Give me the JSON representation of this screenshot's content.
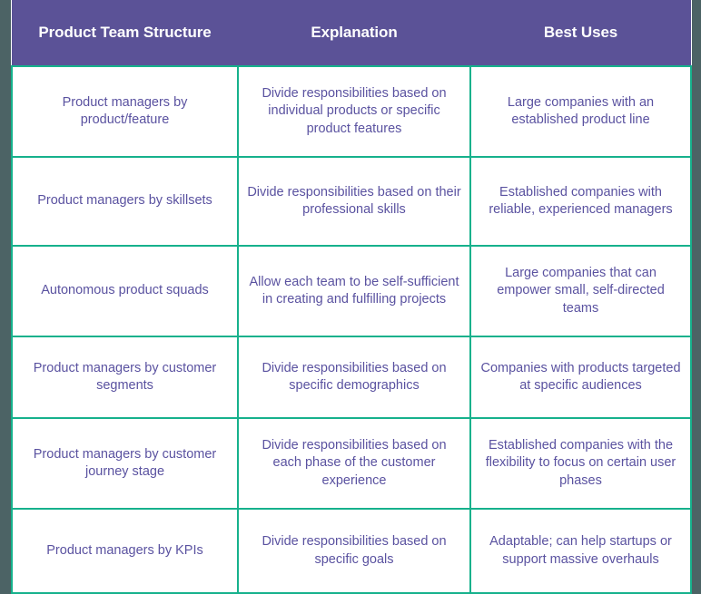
{
  "theme": {
    "page_background": "#4c6365",
    "header_background": "#5b5297",
    "header_text_color": "#ffffff",
    "border_color": "#16b18c",
    "body_text_color": "#5a52a0",
    "cell_background": "#ffffff"
  },
  "table": {
    "headers": [
      "Product Team Structure",
      "Explanation",
      "Best Uses"
    ],
    "rows": [
      {
        "structure": "Product managers by product/feature",
        "explanation": "Divide responsibilities based on individual products or specific product features",
        "best_uses": "Large companies with an established product line"
      },
      {
        "structure": "Product managers by skillsets",
        "explanation": "Divide responsibilities based on their professional skills",
        "best_uses": "Established companies with reliable, experienced managers"
      },
      {
        "structure": "Autonomous product squads",
        "explanation": "Allow each team to be self-sufficient in creating and fulfilling projects",
        "best_uses": "Large companies that can empower small, self-directed teams"
      },
      {
        "structure": "Product managers by customer segments",
        "explanation": "Divide responsibilities based on specific demographics",
        "best_uses": "Companies with products targeted at specific audiences"
      },
      {
        "structure": "Product managers by customer journey stage",
        "explanation": "Divide responsibilities based on each phase of the customer experience",
        "best_uses": "Established companies with the flexibility to focus on certain user phases"
      },
      {
        "structure": "Product managers by KPIs",
        "explanation": "Divide responsibilities based on specific goals",
        "best_uses": "Adaptable; can help startups or support massive overhauls"
      }
    ]
  }
}
